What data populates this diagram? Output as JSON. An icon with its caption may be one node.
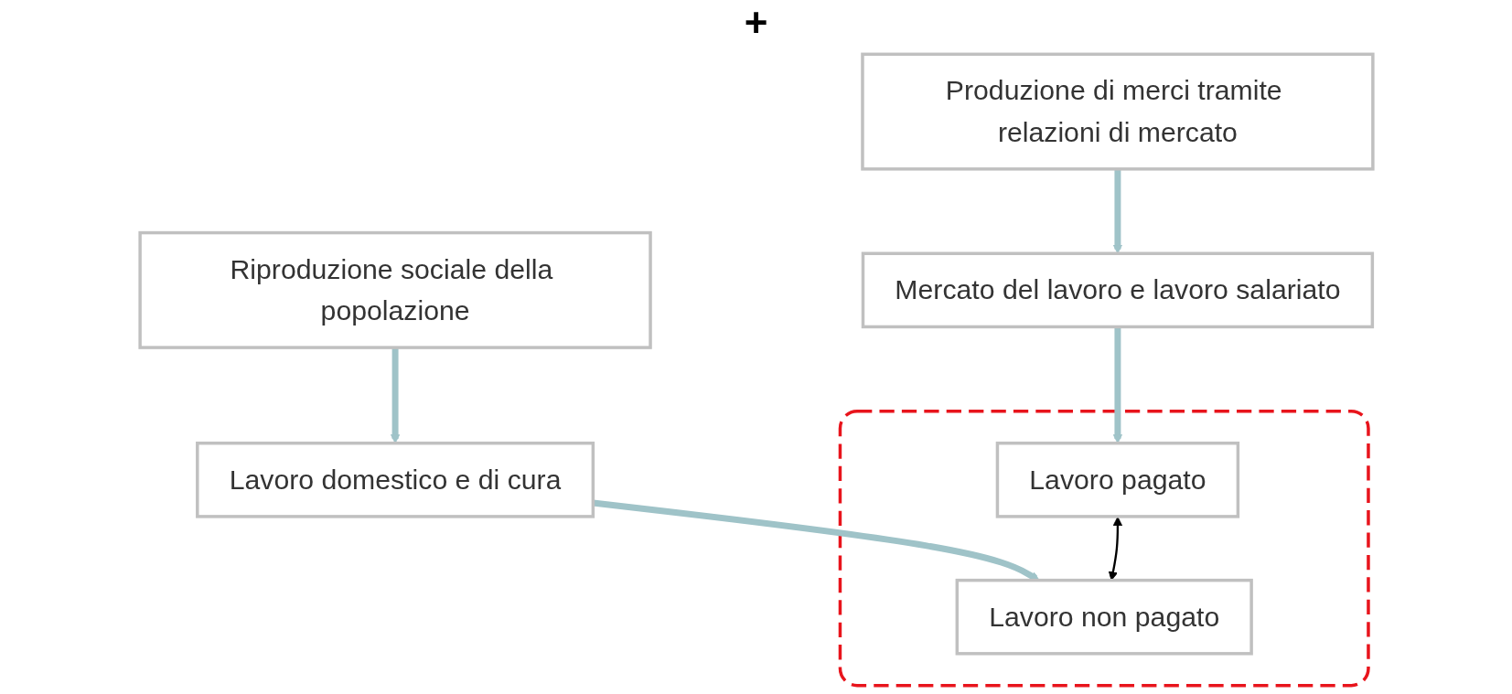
{
  "diagram": {
    "nodes": [
      {
        "text": [
          "Produzione di merci tramite relazioni di mercato"
        ]
      },
      {
        "text": [
          "Riproduzione sociale della popolazione"
        ]
      },
      {
        "text": [
          "Mercato del lavoro e lavoro salariato"
        ]
      },
      {
        "text": [
          "Lavoro domestico e di cura"
        ]
      },
      {
        "text": [],
        "shape": "box"
      },
      {
        "text": [
          "Lavoro pagato"
        ],
        "in": 4
      },
      {
        "text": [
          "Lavoro non pagato"
        ],
        "in": 4
      }
    ],
    "edges": [
      {
        "from": 0,
        "to": 2,
        "arrow": "to"
      },
      {
        "from": 2,
        "to": 5,
        "arrow": "to"
      },
      {
        "from": 1,
        "to": 3,
        "arrow": "to"
      },
      {
        "from": 3,
        "to": 6,
        "arrow": "to"
      },
      {
        "from": 5,
        "to": 6,
        "arrow": "both",
        "color": "#000000"
      }
    ],
    "labels": [
      "+"
    ]
  }
}
